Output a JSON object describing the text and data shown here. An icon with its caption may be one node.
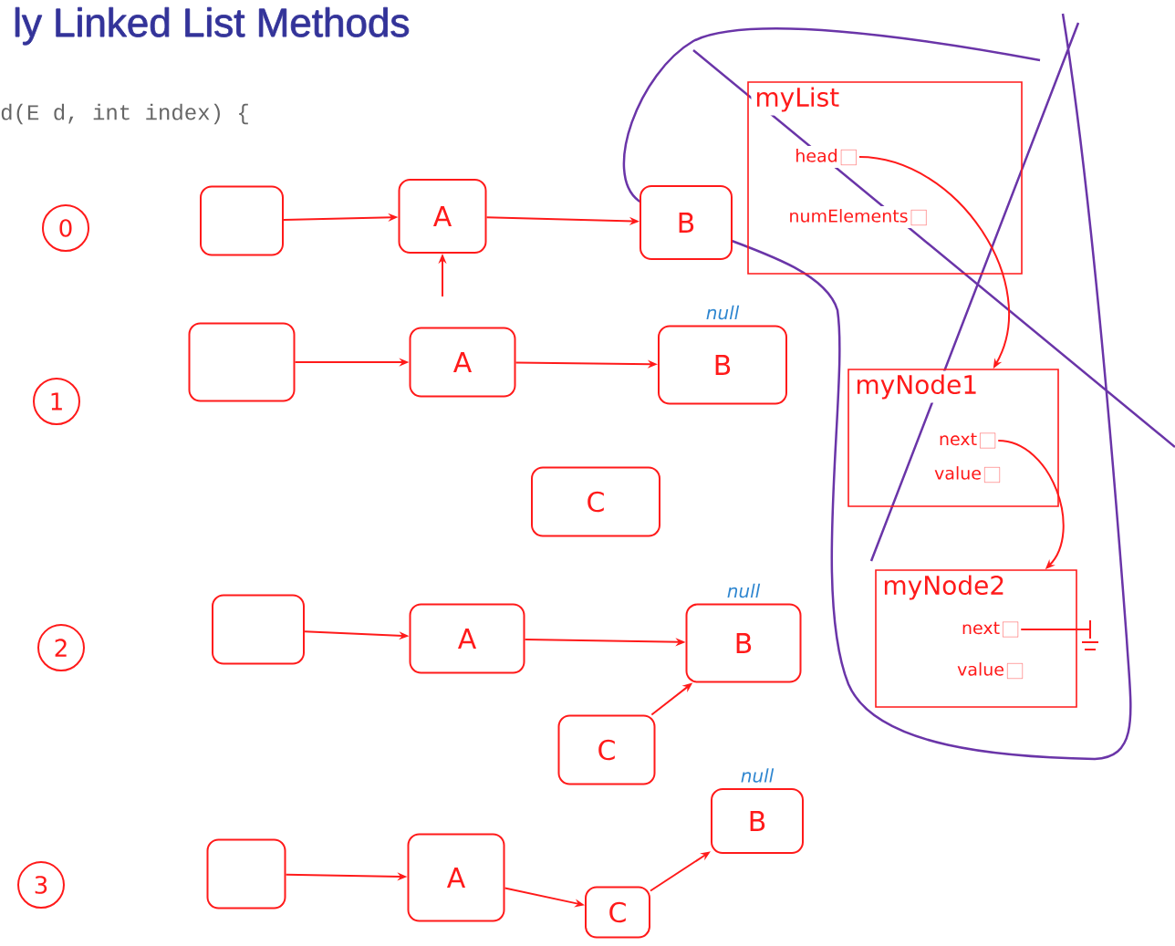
{
  "diagram": {
    "title": "ly Linked List Methods",
    "nodes": [
      {
        "text": [
          "0"
        ]
      },
      {
        "text": [],
        "shape": "box"
      },
      {
        "text": [
          "A"
        ]
      },
      {
        "text": [
          "B"
        ]
      },
      {
        "text": [
          "1"
        ]
      },
      {
        "text": [],
        "shape": "box"
      },
      {
        "text": [
          "A"
        ]
      },
      {
        "text": [
          "B"
        ],
        "beside": [
          "null"
        ]
      },
      {
        "text": [
          "C"
        ]
      },
      {
        "text": [
          "2"
        ]
      },
      {
        "text": [],
        "shape": "box"
      },
      {
        "text": [
          "A"
        ]
      },
      {
        "text": [
          "B"
        ],
        "beside": [
          "null"
        ]
      },
      {
        "text": [
          "C"
        ]
      },
      {
        "text": [
          "3"
        ]
      },
      {
        "text": [],
        "shape": "box"
      },
      {
        "text": [
          "A"
        ]
      },
      {
        "text": [
          "C"
        ]
      },
      {
        "text": [
          "B"
        ],
        "beside": [
          "null"
        ]
      },
      {
        "text": [
          "myList"
        ]
      },
      {
        "text": [
          "head"
        ],
        "in": 19
      },
      {
        "text": [
          "numElements"
        ],
        "in": 19
      },
      {
        "text": [
          "myNode1"
        ]
      },
      {
        "text": [
          "next"
        ],
        "in": 22
      },
      {
        "text": [
          "value"
        ],
        "in": 22
      },
      {
        "text": [
          "myNode2"
        ]
      },
      {
        "text": [
          "next"
        ],
        "in": 25
      },
      {
        "text": [
          "value"
        ],
        "in": 25
      }
    ],
    "edges": [
      {
        "from": 1,
        "to": 2,
        "arrow": "to"
      },
      {
        "from": 2,
        "to": 3,
        "arrow": "to"
      },
      {
        "from": null,
        "to": 2,
        "arrow": "to"
      },
      {
        "from": 5,
        "to": 6,
        "arrow": "to"
      },
      {
        "from": 6,
        "to": 7,
        "arrow": "to"
      },
      {
        "from": 10,
        "to": 11,
        "arrow": "to"
      },
      {
        "from": 11,
        "to": 12,
        "arrow": "to"
      },
      {
        "from": 13,
        "to": 12,
        "arrow": "to"
      },
      {
        "from": 15,
        "to": 16,
        "arrow": "to"
      },
      {
        "from": 16,
        "to": 17,
        "arrow": "to"
      },
      {
        "from": 17,
        "to": 18,
        "arrow": "to"
      },
      {
        "from": 20,
        "to": 22,
        "arrow": "to"
      },
      {
        "from": 23,
        "to": 25,
        "arrow": "to"
      },
      {
        "from": 26,
        "to": null,
        "arrow": "none"
      }
    ],
    "labels": [
      "d(E d, int index) {"
    ]
  }
}
